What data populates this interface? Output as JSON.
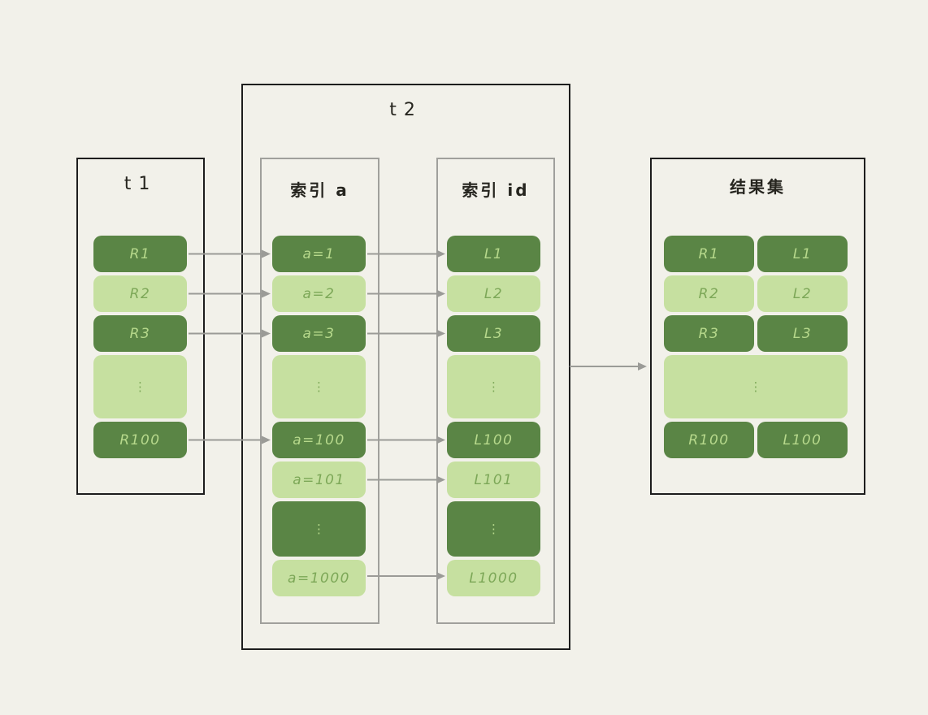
{
  "diagram": {
    "background": "#f2f1ea",
    "colors": {
      "dark_green": "#5a8545",
      "light_green": "#c6e0a0",
      "text_on_dark": "#b7d98c",
      "text_on_light": "#7ca757",
      "outer_border": "#1d1d1d",
      "inner_border": "#a0a09c",
      "arrow": "#9b9b97"
    },
    "t1": {
      "title": "t1",
      "rows": [
        {
          "label": "R1",
          "tone": "dark"
        },
        {
          "label": "R2",
          "tone": "light"
        },
        {
          "label": "R3",
          "tone": "dark"
        },
        {
          "label": "⋮",
          "tone": "light",
          "ellipsis": true,
          "size": "lg"
        },
        {
          "label": "R100",
          "tone": "dark"
        }
      ]
    },
    "t2": {
      "title": "t2",
      "index_a": {
        "title": "索引 a",
        "rows": [
          {
            "label": "a=1",
            "tone": "dark"
          },
          {
            "label": "a=2",
            "tone": "light"
          },
          {
            "label": "a=3",
            "tone": "dark"
          },
          {
            "label": "⋮",
            "tone": "light",
            "ellipsis": true,
            "size": "lg"
          },
          {
            "label": "a=100",
            "tone": "dark"
          },
          {
            "label": "a=101",
            "tone": "light"
          },
          {
            "label": "⋮",
            "tone": "dark",
            "ellipsis": true,
            "size": "md"
          },
          {
            "label": "a=1000",
            "tone": "light"
          }
        ]
      },
      "index_id": {
        "title": "索引 id",
        "rows": [
          {
            "label": "L1",
            "tone": "dark"
          },
          {
            "label": "L2",
            "tone": "light"
          },
          {
            "label": "L3",
            "tone": "dark"
          },
          {
            "label": "⋮",
            "tone": "light",
            "ellipsis": true,
            "size": "lg"
          },
          {
            "label": "L100",
            "tone": "dark"
          },
          {
            "label": "L101",
            "tone": "light"
          },
          {
            "label": "⋮",
            "tone": "dark",
            "ellipsis": true,
            "size": "md"
          },
          {
            "label": "L1000",
            "tone": "light"
          }
        ]
      }
    },
    "result": {
      "title": "结果集",
      "rows": [
        {
          "cells": [
            "R1",
            "L1"
          ],
          "tone": "dark"
        },
        {
          "cells": [
            "R2",
            "L2"
          ],
          "tone": "light"
        },
        {
          "cells": [
            "R3",
            "L3"
          ],
          "tone": "dark"
        },
        {
          "label": "⋮",
          "tone": "light",
          "ellipsis": true,
          "size": "lg"
        },
        {
          "cells": [
            "R100",
            "L100"
          ],
          "tone": "dark"
        }
      ]
    }
  }
}
